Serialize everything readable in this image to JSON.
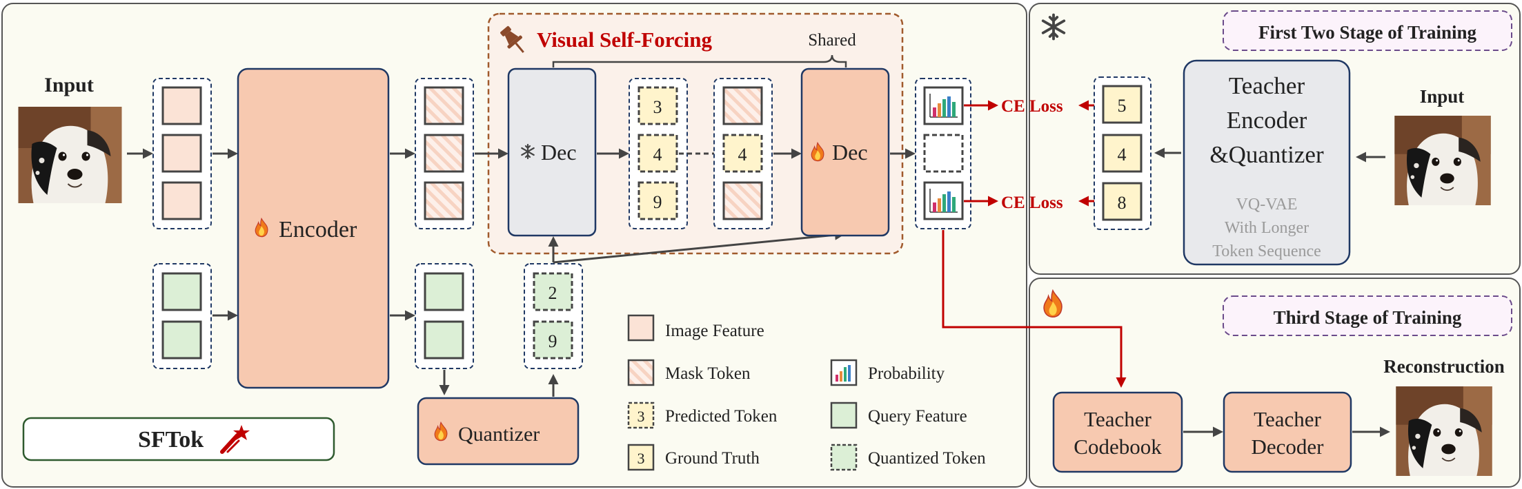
{
  "left_panel": {
    "input_label": "Input",
    "encoder_label": "Encoder",
    "quantizer_label": "Quantizer",
    "brand_label": "SFTok",
    "vsf_title": "Visual Self-Forcing",
    "shared_label": "Shared",
    "frozen_dec_label": "Dec",
    "train_dec_label": "Dec",
    "predicted_tokens": [
      "3",
      "4",
      "9"
    ],
    "ground_truth_token": "4",
    "quantized_tokens": [
      "2",
      "9"
    ],
    "ce_loss_labels": [
      "CE Loss",
      "CE Loss"
    ]
  },
  "legend": {
    "image_feature": "Image Feature",
    "mask_token": "Mask Token",
    "predicted_token": "Predicted Token",
    "ground_truth": "Ground Truth",
    "probability": "Probability",
    "query_feature": "Query Feature",
    "quantized_token": "Quantized Token",
    "sample_token": "3"
  },
  "top_right_panel": {
    "stage_label": "First Two Stage of Training",
    "input_label": "Input",
    "teacher_title_lines": [
      "Teacher",
      "Encoder",
      "&Quantizer"
    ],
    "teacher_sub_lines": [
      "VQ-VAE",
      "With Longer",
      "Token Sequence"
    ],
    "tokens": [
      "5",
      "4",
      "8"
    ]
  },
  "bottom_right_panel": {
    "stage_label": "Third Stage of Training",
    "reconstruction_label": "Reconstruction",
    "codebook_lines": [
      "Teacher",
      "Codebook"
    ],
    "decoder_lines": [
      "Teacher",
      "Decoder"
    ]
  },
  "colors": {
    "salmon": "#f7c9b0",
    "pale_salmon": "#fbe3d6",
    "green": "#dcefd6",
    "yellow": "#fff4cc",
    "panel_bg": "#fbfbf2",
    "navy": "#1f3864",
    "red": "#c00000",
    "gray_box": "#e8e9ec",
    "purple_pill": "#fcf3fb",
    "vsf_bg": "#fbf1ea",
    "vsf_border": "#a05a2c"
  }
}
